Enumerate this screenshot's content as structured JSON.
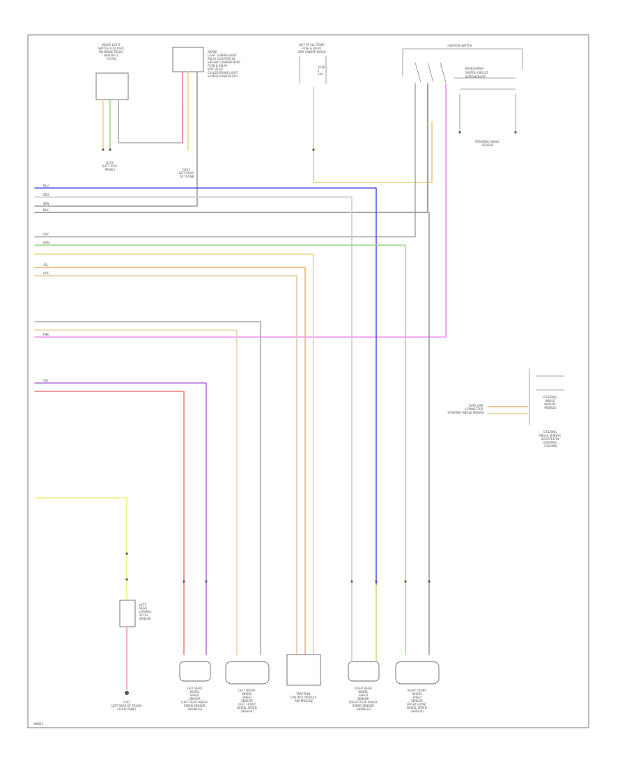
{
  "diagram": {
    "footer_code": "W8023",
    "labels": {
      "sensor_top_left": [
        "BRAKE LIGHT",
        "SWITCH (LOCATED",
        "ON BRAKE PEDAL",
        "BRACKET)",
        "F47/S2"
      ],
      "relay_top": [
        "BRAKE",
        "LIGHT SUPPRESSION",
        "RELAY (LOCATED IN",
        "ENGINE COMPARTMENT",
        "FUSE & RELAY",
        "BOX (ALSO",
        "CALLED BRAKE LIGHT",
        "SUPPRESSION RELAY)"
      ],
      "fuse_top": [
        "HOT AT ALL TIMES",
        "FUSE & RELAY",
        "BOX (UNDER DASH)"
      ],
      "fuse_small": [
        "FUSE",
        "5",
        "10A"
      ],
      "relay_top_right": [
        "IGNITION SWITCH"
      ],
      "relay_right_items": [
        "REPROGRAM",
        "SWITCH CIRCUIT",
        "INTERMEDIATE"
      ],
      "connector_left": [
        "G201",
        "(LEFT KICK",
        "PANEL)"
      ],
      "ground_center": [
        "G401",
        "LEFT REAR",
        "OF TRUNK"
      ],
      "module_right": [
        "STEERING",
        "ANGLE",
        "SENSOR",
        "MODULE"
      ],
      "module_right_side": [
        "DATA LINK",
        "CONNECTOR",
        "STEERING ANGLE SENSOR"
      ],
      "steer_module_lbl": [
        "STEERING",
        "ANGLE SENSOR",
        "(LOCATED IN",
        "STEERING",
        "COLUMN)"
      ],
      "steer_bottom_lbl": [
        "STEERING ANGLE",
        "SENSOR"
      ],
      "lat_sensor": [
        "LEFT",
        "REAR",
        "LATERAL",
        "ACCEL",
        "SENSOR"
      ],
      "bottom_ground": [
        "G302",
        "LEFT REAR OF TRUNK",
        "FLOOR PANEL"
      ],
      "bottom_left_1": [
        "LEFT REAR",
        "WHEEL",
        "SPEED",
        "SENSOR",
        "(LEFT REAR WHEEL",
        "SPEED SENSOR",
        "HARNESS)"
      ],
      "bottom_left_2": [
        "LEFT FRONT",
        "WHEEL",
        "SPEED",
        "SENSOR",
        "(LEFT FRONT",
        "WHEEL SPEED",
        "SENSOR)"
      ],
      "bottom_center": [
        "TRACTION",
        "CONTROL MODULE",
        "ABS MODULE"
      ],
      "bottom_right_1": [
        "RIGHT REAR",
        "WHEEL",
        "SPEED",
        "SENSOR",
        "(RIGHT REAR WHEEL",
        "SPEED SENSOR",
        "HARNESS)"
      ],
      "bottom_right_2": [
        "RIGHT FRONT",
        "WHEEL",
        "SPEED",
        "SENSOR",
        "(RIGHT FRONT",
        "WHEEL SPEED",
        "SENSOR)"
      ],
      "wire_rows": [
        "BLU",
        "RED",
        "BRN",
        "BLK",
        "GRY",
        "GRN",
        "YEL",
        "ORG",
        "PNK",
        "VIO"
      ]
    }
  }
}
